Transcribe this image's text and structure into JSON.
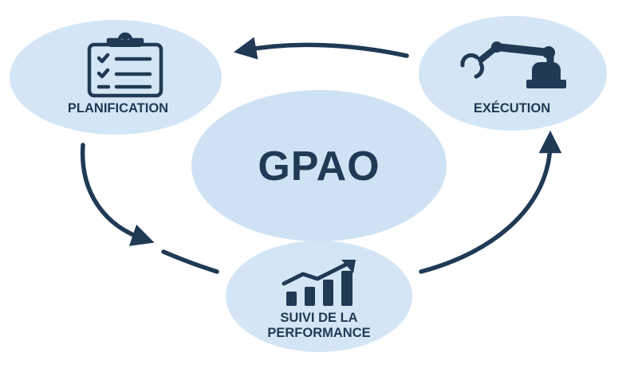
{
  "center": {
    "label": "GPAO"
  },
  "nodes": {
    "planning": {
      "label": "PLANIFICATION",
      "icon": "clipboard-checklist-icon"
    },
    "execution": {
      "label": "EXÉCUTION",
      "icon": "robotic-arm-icon"
    },
    "monitoring": {
      "label_line1": "SUIVI DE LA",
      "label_line2": "PERFORMANCE",
      "icon": "growth-chart-icon"
    }
  },
  "colors": {
    "circle_fill": "#d4e6f5",
    "center_fill": "#cfe2f3",
    "dark": "#203a55",
    "background": "#ffffff"
  }
}
